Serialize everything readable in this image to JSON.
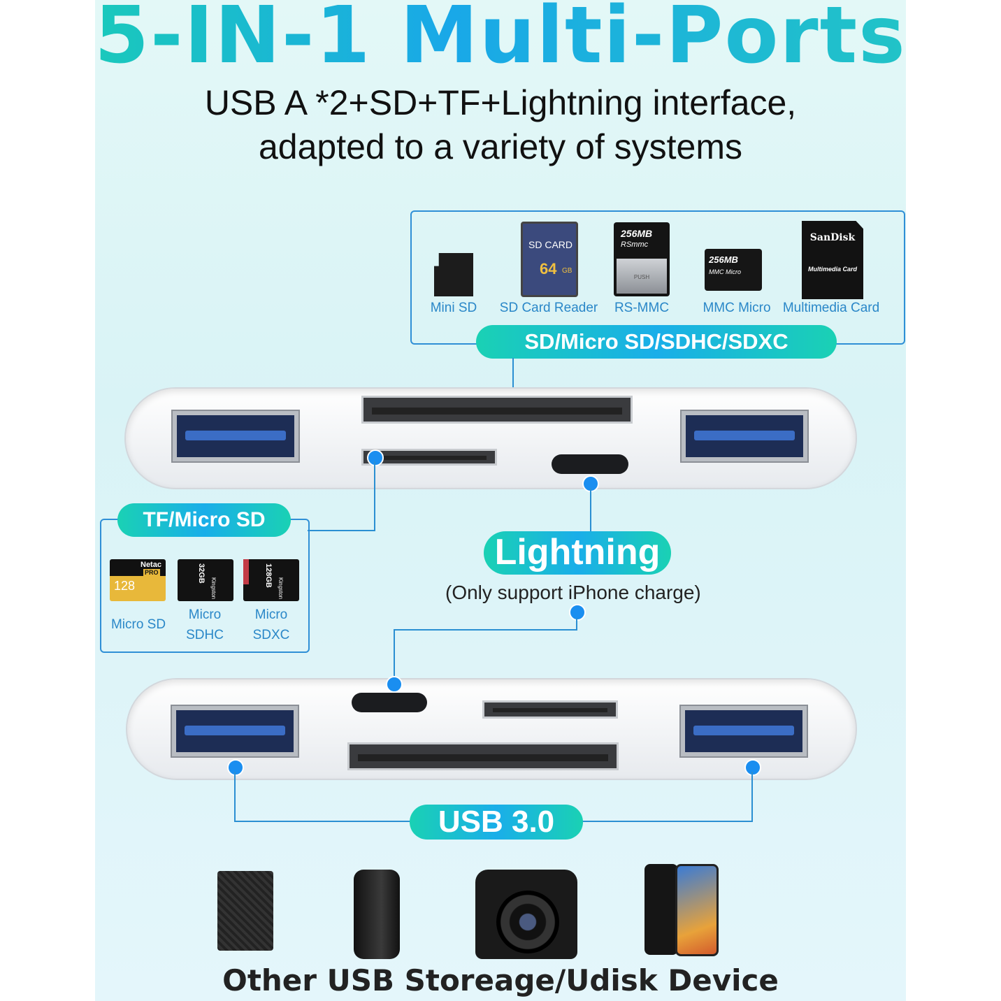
{
  "headline": "5-IN-1 Multi-Ports",
  "subtitle_line1": "USB A *2+SD+TF+Lightning interface,",
  "subtitle_line2": "adapted to a variety of systems",
  "sd_section": {
    "label": "SD/Micro SD/SDHC/SDXC",
    "cards": [
      {
        "name": "Mini SD"
      },
      {
        "name": "SD Card Reader",
        "face_top": "SD CARD",
        "face_capacity": "64",
        "face_unit": "GB"
      },
      {
        "name": "RS-MMC",
        "face_top": "256MB",
        "face_sub": "RSmmc",
        "face_push": "PUSH"
      },
      {
        "name": "MMC Micro",
        "face_top": "256MB",
        "face_sub": "MMC Micro"
      },
      {
        "name": "Multimedia Card",
        "face_top": "SanDisk",
        "face_sub": "Multimedia Card"
      }
    ]
  },
  "tf_section": {
    "label": "TF/Micro SD",
    "cards": [
      {
        "name": "Micro SD",
        "face_brand": "Netac",
        "face_sub": "PRO",
        "face_capacity": "128"
      },
      {
        "name_line1": "Micro",
        "name_line2": "SDHC",
        "face_brand": "Kingston",
        "face_capacity": "32GB"
      },
      {
        "name_line1": "Micro",
        "name_line2": "SDXC",
        "face_brand": "Kingston",
        "face_capacity": "128GB"
      }
    ]
  },
  "lightning_section": {
    "label": "Lightning",
    "note": "(Only support iPhone charge)"
  },
  "usb_section": {
    "label": "USB 3.0"
  },
  "devices_label": "Other USB Storeage/Udisk Device",
  "colors": {
    "accent_gradient_start": "#1ad1b4",
    "accent_gradient_end": "#1aaee9",
    "line_blue": "#2b8fd2",
    "label_blue": "#2a87c8"
  }
}
